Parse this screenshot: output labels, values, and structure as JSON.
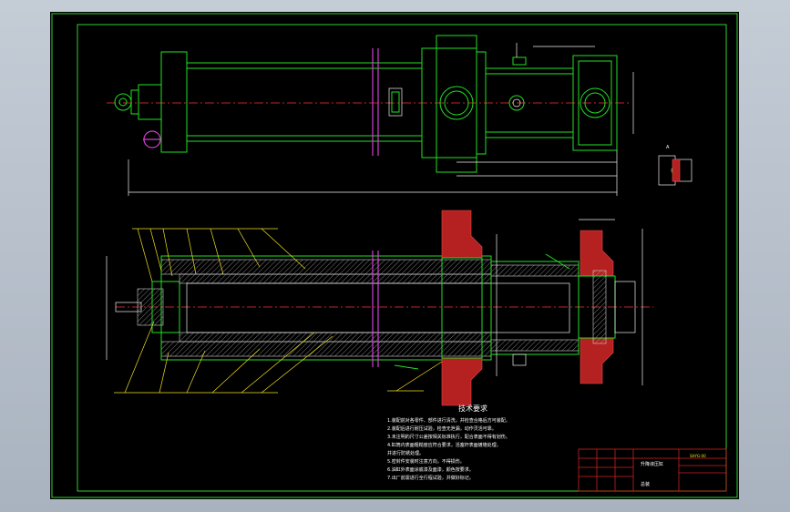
{
  "drawing": {
    "background": "#000000",
    "frame_color": "#2ed12e",
    "outline_color": "#22e022",
    "centerline_color": "#ff3030",
    "section_color": "#b52020",
    "leader_color": "#f0e020"
  },
  "tech": {
    "title": "技术要求",
    "lines": [
      "1.装配前对各零件、部件进行清洗，并检查合格后方可装配。",
      "2.装配后进行耐压试验，检查无泄漏，动作灵活可靠。",
      "3.未注明的尺寸公差按相关标准执行，配合表面不得有划伤。",
      "4.缸筒内表面粗糙度应符合要求，活塞杆表面镀铬处理，",
      "   并进行防锈处理。",
      "5.密封件安装时注意方向，不得损伤。",
      "6.油缸外表面涂底漆及面漆，颜色按要求。",
      "7.出厂前需进行全行程试验，并做好标记。"
    ]
  },
  "titleblock": {
    "part_name": "升降液压缸",
    "drawing_no": "SHYG-00",
    "label": "总装"
  },
  "detail": {
    "label": "A"
  }
}
